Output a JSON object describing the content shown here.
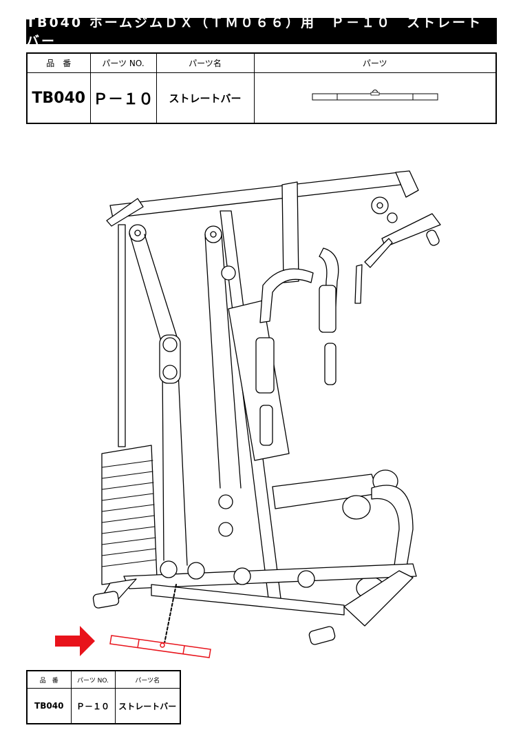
{
  "title": "TB040 ホームジムＤＸ（ＴＭ０６６）用　Ｐ－１０　ストレートバー",
  "parts_table": {
    "headers": {
      "hinban": "品　番",
      "parts_no": "パーツ NO.",
      "parts_name": "パーツ名",
      "parts": "パーツ"
    },
    "row": {
      "hinban": "TB040",
      "parts_no": "Ｐ－１０",
      "parts_name": "ストレートバー"
    }
  },
  "small_table": {
    "headers": {
      "hinban": "品　番",
      "parts_no": "パーツ NO.",
      "parts_name": "パーツ名"
    },
    "row": {
      "hinban": "TB040",
      "parts_no": "Ｐ－１０",
      "parts_name": "ストレートバー"
    }
  },
  "colors": {
    "highlight": "#e8131b",
    "line": "#000000"
  },
  "icons": {
    "pointer": "red-arrow-icon",
    "part": "straight-bar-icon"
  }
}
